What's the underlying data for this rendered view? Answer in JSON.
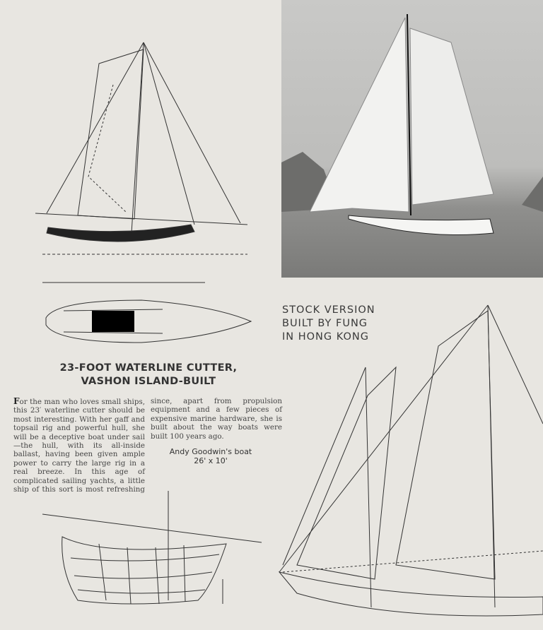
{
  "article": {
    "title_line1": "23-FOOT WATERLINE CUTTER,",
    "title_line2": "VASHON ISLAND-BUILT",
    "dropcap": "F",
    "column1": "or the man who loves small ships, this 23′ waterline cutter should be most interesting. With her gaff and topsail rig and powerful hull, she will be a deceptive boat under sail—the hull, with its all-inside ballast, having been given ample power to carry the large rig in a real breeze. In this age of complicated sailing yachts, a little ship of this sort is most refreshing",
    "column2": "since, apart from propulsion equipment and a few pieces of expensive marine hardware, she is built about the way boats were built 100 years ago."
  },
  "caption": {
    "line1": "Andy Goodwin's boat",
    "line2": "26' x 10'"
  },
  "photo_caption": {
    "line1": "STOCK VERSION",
    "line2": "BUILT BY FUNG",
    "line3": "IN HONG KONG"
  }
}
